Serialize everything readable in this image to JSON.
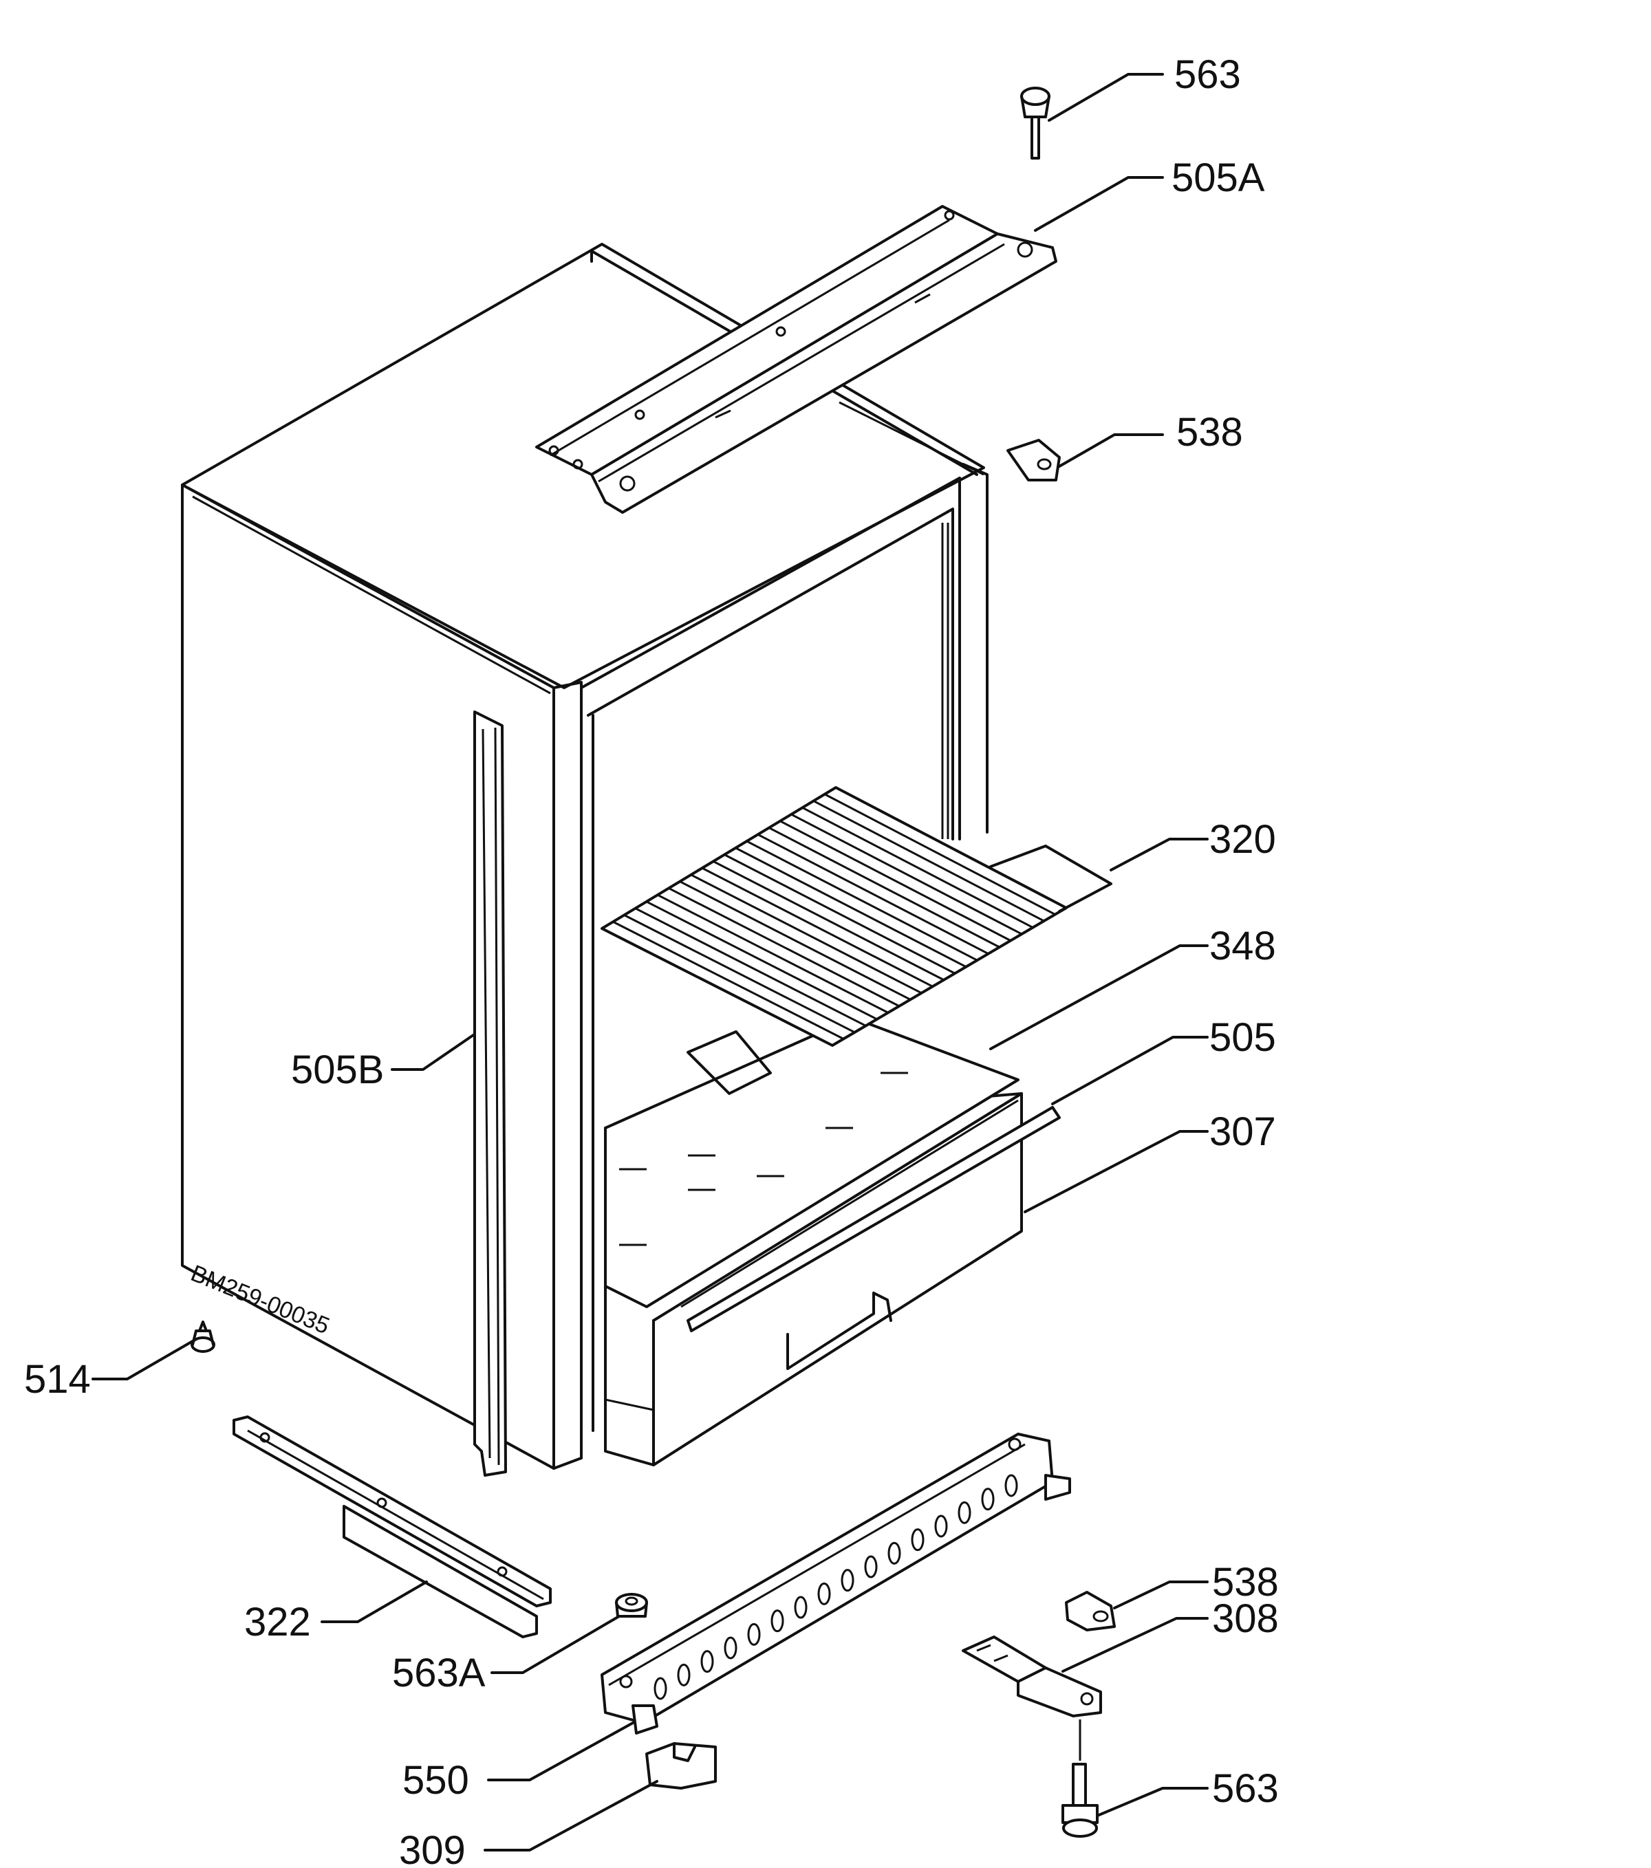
{
  "drawing_code": "BM259-00035",
  "callouts": [
    {
      "id": "c563_top",
      "label": "563"
    },
    {
      "id": "c505A",
      "label": "505A"
    },
    {
      "id": "c538_top",
      "label": "538"
    },
    {
      "id": "c320",
      "label": "320"
    },
    {
      "id": "c348",
      "label": "348"
    },
    {
      "id": "c505",
      "label": "505"
    },
    {
      "id": "c307",
      "label": "307"
    },
    {
      "id": "c505B",
      "label": "505B"
    },
    {
      "id": "c514",
      "label": "514"
    },
    {
      "id": "c322",
      "label": "322"
    },
    {
      "id": "c563A",
      "label": "563A"
    },
    {
      "id": "c550",
      "label": "550"
    },
    {
      "id": "c309",
      "label": "309"
    },
    {
      "id": "c538_bottom",
      "label": "538"
    },
    {
      "id": "c308",
      "label": "308"
    },
    {
      "id": "c563_bottom",
      "label": "563"
    }
  ]
}
